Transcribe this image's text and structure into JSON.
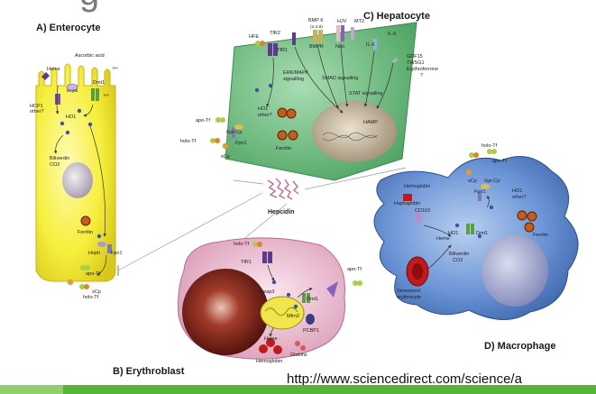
{
  "header": {
    "title_fragment": "g"
  },
  "panels": {
    "a": "A) Enterocyte",
    "b": "B) Erythroblast",
    "c": "C) Hepatocyte",
    "d": "D) Macrophage"
  },
  "hepcidin": "Hepcidin",
  "enterocyte": {
    "ascorbic_acid": "Ascorbic acid",
    "heme": "Heme",
    "hcp1": "HCP1\nother?",
    "dmt1": "Dmt1",
    "dcytb": "Dcytb",
    "h_plus_1": "H+",
    "h_plus_2": "H+",
    "ho1": "HO1",
    "biliverdin": "Biliverdin",
    "co2": "CO2",
    "ferritin": "Ferritin",
    "heph": "Heph",
    "fpn1": "Fpn1",
    "apo_tf": "apo-Tf",
    "scp": "sCp",
    "holo_tf": "holo-Tf"
  },
  "hepatocyte": {
    "hfe": "HFE",
    "tfr2": "TfR2",
    "bmp6": "BMP 6",
    "bmp6_sub": "(2,4,9)",
    "hjv": "HJV",
    "mt2": "MT2",
    "tfr1": "TfR1",
    "bmpr": "BMPR",
    "neo": "Neo",
    "il6": "IL-6",
    "il6r": "IL-6",
    "erk": "ERK/MAPK",
    "erk2": "signalling",
    "smad": "SMAD signalling",
    "stat": "STAT signalling",
    "gdf15": "GDF15",
    "twsg1": "TWSG1",
    "erythroferrone": "Erythroferrone",
    "q": "?",
    "hamp": "HAMP",
    "ho1": "HO1",
    "other": "other?",
    "ferritin": "Ferritin",
    "gpi_cp": "Gpi-Cp",
    "fpn1": "Fpn1",
    "apo_tf": "apo-Tf",
    "holo_tf": "holo-Tf",
    "scp": "sCp"
  },
  "macrophage": {
    "holo_tf": "holo-Tf",
    "apo_tf": "apo-Tf",
    "scp": "sCp",
    "gpi_cp": "Gpi-Cp",
    "fpn1": "Fpn1",
    "hemoglobin": "Hemoglobin",
    "haptoglobin": "Haptoglobin",
    "cd163": "CD163",
    "ho1_other": "HO1",
    "other": "other?",
    "heme": "Heme",
    "ho1": "HO1",
    "dmt1": "Dmt1",
    "biliverdin": "Biliverdin",
    "co2": "CO2",
    "ferritin": "Ferritin",
    "senescent": "Senescent",
    "erythrocyte": "erythrocyte"
  },
  "erythroblast": {
    "holo_tf": "holo-Tf",
    "tfr1": "TfR1",
    "steap3": "Steap3",
    "dmt1": "Dmt1",
    "mfrn2": "Mfrn2",
    "pcbp1": "PCBP1",
    "heme": "Heme",
    "hemoglobin": "Hemoglobin",
    "globins": "Globins",
    "apo_tf": "apo-Tf"
  },
  "source": {
    "url": "http://www.sciencedirect.com/science/a"
  },
  "colors": {
    "enterocyte": "#f4ee3a",
    "hepatocyte": "#6dbf7e",
    "macrophage": "#4f7fc9",
    "erythroblast": "#e8b9cc",
    "nucleus_ery": "#6b1d13",
    "bar": "#58b33a"
  }
}
